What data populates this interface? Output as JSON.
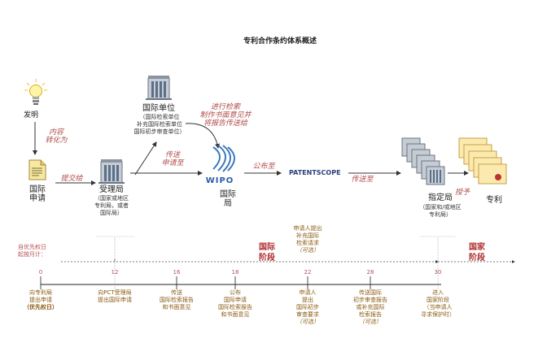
{
  "title": "专利合作条约体系概述",
  "nodes": {
    "invention": "发明",
    "intl_app": [
      "国际",
      "申请"
    ],
    "ro": "受理局",
    "ro_sub": [
      "（国家或地区",
      "专利局，或者",
      "国际局）"
    ],
    "isa": "国际单位",
    "isa_sub": [
      "（国际检索单位",
      "补充国际检索单位",
      "国际初步审查单位）"
    ],
    "wipo_logo": "WIPO",
    "ib": [
      "国际",
      "局"
    ],
    "patentscope": "PATENTSCOPE",
    "do": "指定局",
    "do_sub": [
      "（国家和/或地区",
      "专利局）"
    ],
    "patent": "专利"
  },
  "arrows": {
    "content_to": [
      "内容",
      "转化为"
    ],
    "submit": "提交给",
    "transmit_to": [
      "传送",
      "申请至"
    ],
    "search": [
      "进行检索",
      "制作书面意见并",
      "将报告传送给"
    ],
    "publish": "公布至",
    "transmit": "传送至",
    "grant": "授予"
  },
  "timeline": {
    "start_note": [
      "自优先权日",
      "起按月计："
    ],
    "phase_intl": [
      "国际",
      "阶段"
    ],
    "phase_natl": [
      "国家",
      "阶段"
    ],
    "top_note": [
      "申请人提出",
      "补充国际",
      "检索请求",
      "（可选）"
    ],
    "ticks": [
      {
        "month": "0",
        "lines": [
          "向专利局",
          "提出申请"
        ],
        "bold": "（优先权日）"
      },
      {
        "month": "12",
        "lines": [
          "向PCT受理局",
          "提出国际申请"
        ]
      },
      {
        "month": "16",
        "lines": [
          "传送",
          "国际检索报告",
          "和书面意见"
        ]
      },
      {
        "month": "18",
        "lines": [
          "公布",
          "国际申请",
          "国际检索报告",
          "和书面意见"
        ]
      },
      {
        "month": "22",
        "lines": [
          "申请人",
          "提出",
          "国际初步",
          "审查要求"
        ],
        "optional": "（可选）"
      },
      {
        "month": "28",
        "lines": [
          "传送国际",
          "初步审查报告",
          "或补充国际",
          "检索报告"
        ],
        "optional": "（可选）"
      },
      {
        "month": "30",
        "lines": [
          "进入",
          "国家阶段",
          "（当申请人",
          "寻求保护时）"
        ]
      }
    ]
  }
}
